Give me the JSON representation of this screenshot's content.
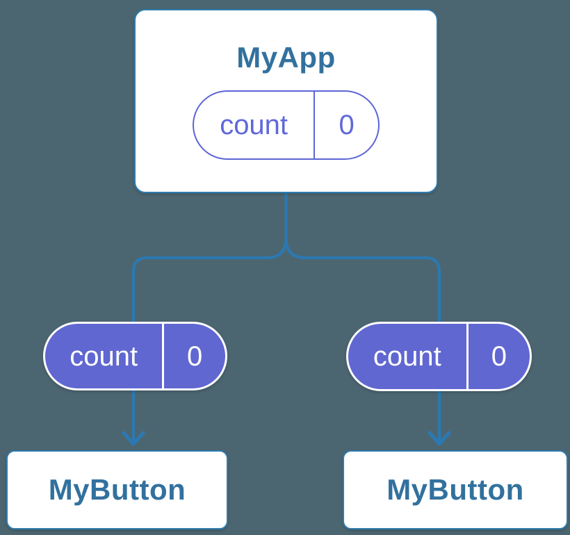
{
  "colors": {
    "background": "#4c6671",
    "connector_blue": "#2b79b3",
    "card_border_blue": "#2f7cb0",
    "title_teal": "#32719e",
    "pill_fill_purple": "#6067d1",
    "pill_outline_purple": "#5c64d6",
    "card_white": "#ffffff"
  },
  "diagram": {
    "root": {
      "title": "MyApp",
      "state_pill": {
        "label": "count",
        "value": "0"
      }
    },
    "children": [
      {
        "title": "MyButton",
        "prop_pill": {
          "label": "count",
          "value": "0"
        }
      },
      {
        "title": "MyButton",
        "prop_pill": {
          "label": "count",
          "value": "0"
        }
      }
    ]
  }
}
